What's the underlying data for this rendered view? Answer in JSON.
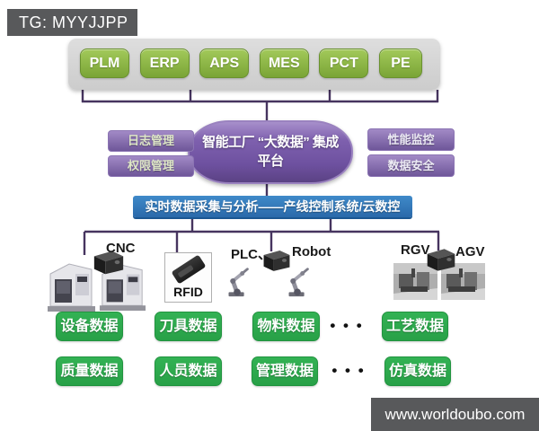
{
  "tg_badge": "TG: MYYJJPP",
  "site_badge": "www.worldoubo.com",
  "systems": [
    "PLM",
    "ERP",
    "APS",
    "MES",
    "PCT",
    "PE"
  ],
  "platform_title": "智能工厂 “大数据” 集成平台",
  "left_modules": [
    "日志管理",
    "权限管理"
  ],
  "right_modules": [
    "性能监控",
    "数据安全"
  ],
  "bus_bar": "实时数据采集与分析——产线控制系统/云数控",
  "device_labels": {
    "cnc": "CNC",
    "rfid": "RFID",
    "plc": "PLC、",
    "robot": "Robot",
    "rgv": "RGV",
    "agv": "AGV"
  },
  "data_row1": [
    "设备数据",
    "刀具数据",
    "物料数据",
    "工艺数据"
  ],
  "data_row2": [
    "质量数据",
    "人员数据",
    "管理数据",
    "仿真数据"
  ],
  "ellipsis": "• • •",
  "colors": {
    "system_button_green": "#8db64a",
    "data_box_green": "#2fad4e",
    "platform_purple": "#7a5dab",
    "bus_blue": "#2d74b5",
    "panel_gray": "#d6d6d6",
    "badge_gray": "#58595b",
    "connector_line": "#46345f"
  }
}
